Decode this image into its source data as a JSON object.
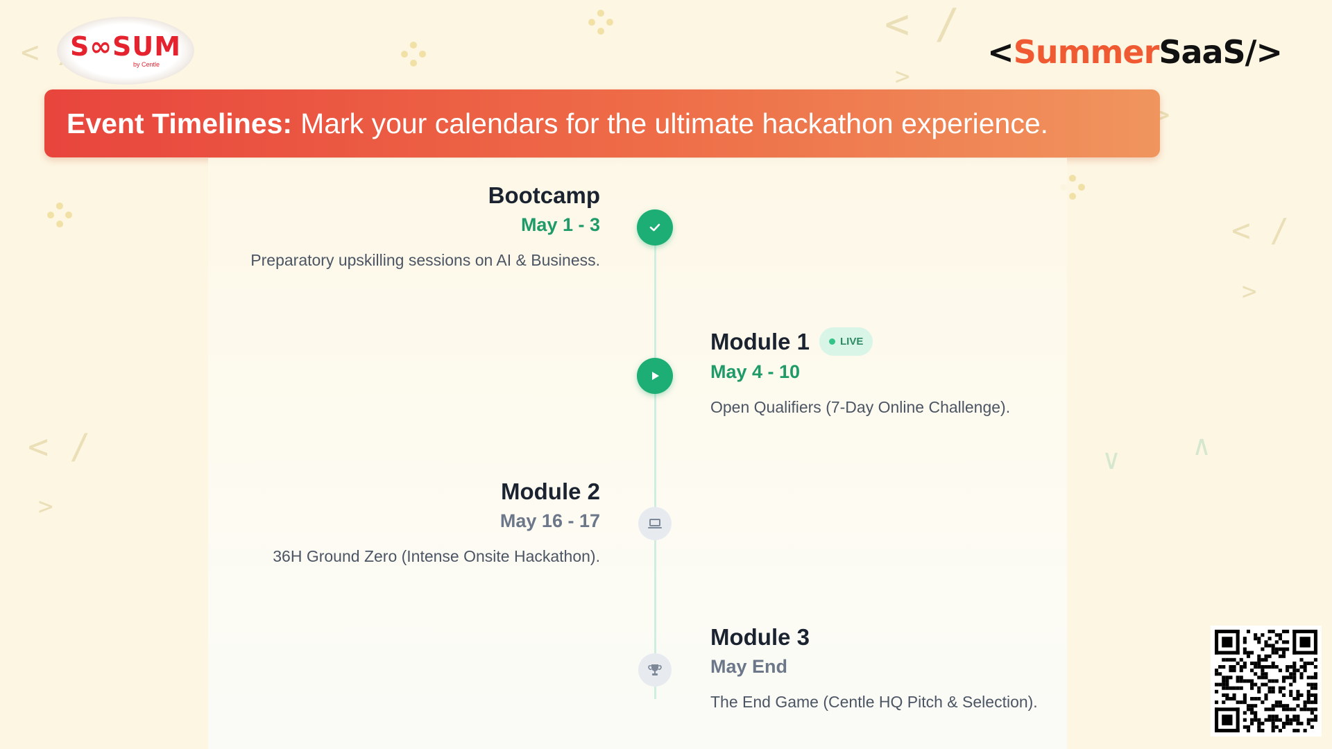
{
  "logo": {
    "text": "S∞SUM",
    "sub": "by Centle",
    "icon": "infinity-logo-icon"
  },
  "brand": {
    "open": "<",
    "accent": "Summer",
    "rest": "SaaS/>"
  },
  "banner": {
    "title": "Event Timelines:",
    "subtitle": "Mark your calendars for the ultimate hackathon experience."
  },
  "timeline": [
    {
      "title": "Bootcamp",
      "date": "May 1 - 3",
      "description": "Preparatory upskilling sessions on AI & Business.",
      "status": "done",
      "icon": "check-icon"
    },
    {
      "title": "Module 1",
      "badge": "LIVE",
      "date": "May 4 - 10",
      "description": "Open Qualifiers (7-Day Online Challenge).",
      "status": "active",
      "icon": "play-icon"
    },
    {
      "title": "Module 2",
      "date": "May 16 - 17",
      "description": "36H Ground Zero (Intense Onsite Hackathon).",
      "status": "upcoming",
      "icon": "laptop-icon"
    },
    {
      "title": "Module 3",
      "date": "May End",
      "description": "The End Game (Centle HQ Pitch & Selection).",
      "status": "upcoming",
      "icon": "trophy-icon"
    }
  ],
  "colors": {
    "accent_green": "#1dae75",
    "banner_start": "#e8453d",
    "banner_end": "#f0955e",
    "brand_red": "#e5232f",
    "brand_orange": "#f05a33"
  }
}
